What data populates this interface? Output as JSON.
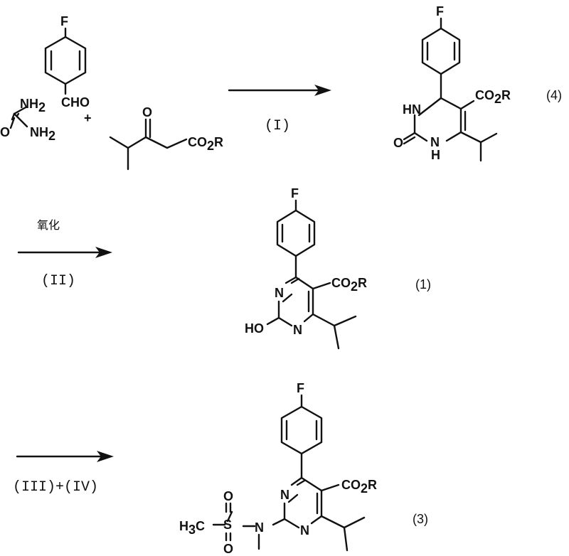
{
  "reactants": {
    "aldehyde": {
      "fluoro": "F",
      "formyl": "CHO"
    },
    "urea": {
      "amine_top": "NH",
      "amine_bottom": "NH",
      "sub2": "2",
      "oxygen": "O"
    },
    "plus": "+",
    "ketoester": {
      "oxygen": "O",
      "ester_co": "CO",
      "ester_sub": "2",
      "ester_r": "R"
    }
  },
  "steps": {
    "step1": {
      "label": "(I)"
    },
    "step2": {
      "reagent": "氧化",
      "label": "(II)"
    },
    "step3": {
      "label": "(III)+(IV)"
    }
  },
  "products": {
    "compound4": {
      "number": "(4)",
      "fluoro": "F",
      "ester_co": "CO",
      "ester_sub": "2",
      "ester_r": "R",
      "hn": "HN",
      "oxygen": "O",
      "nh_n": "N",
      "nh_h": "H"
    },
    "compound1": {
      "number": "(1)",
      "fluoro": "F",
      "ester_co": "CO",
      "ester_sub": "2",
      "ester_r": "R",
      "n_top": "N",
      "n_bottom": "N",
      "ho": "HO"
    },
    "compound3": {
      "number": "(3)",
      "fluoro": "F",
      "ester_co": "CO",
      "ester_sub": "2",
      "ester_r": "R",
      "n_top": "N",
      "n_bottom": "N",
      "n_amide": "N",
      "sulfur": "S",
      "oxygen": "O",
      "methyl_h": "H",
      "methyl_sub": "3",
      "methyl_c": "C"
    }
  }
}
